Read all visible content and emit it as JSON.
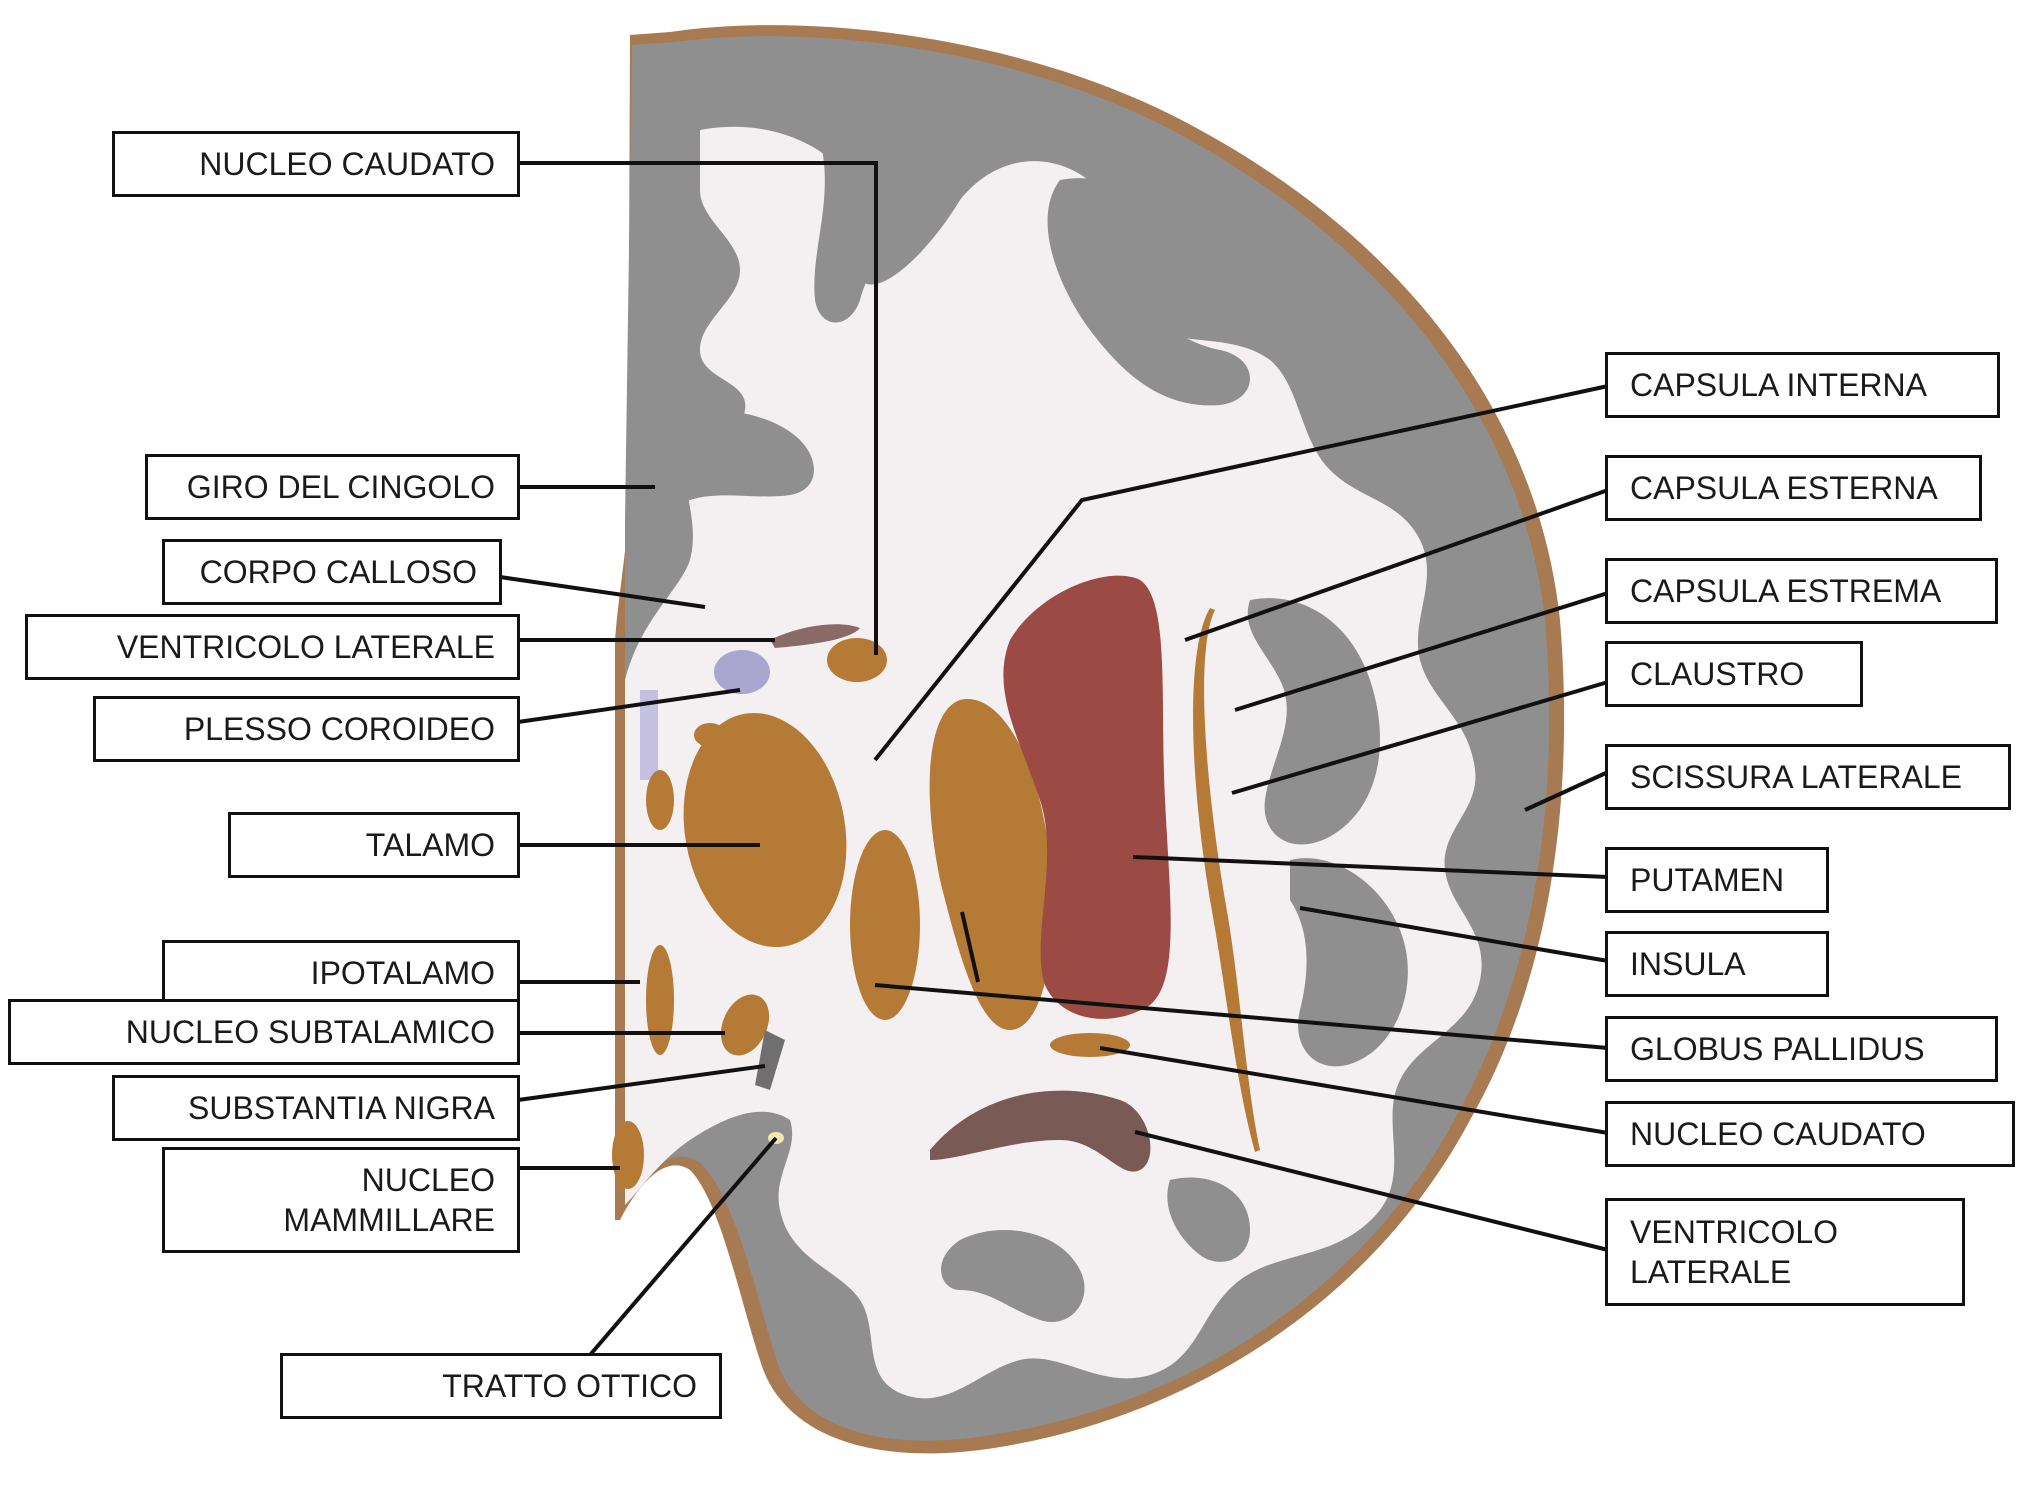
{
  "labels": {
    "nucleo_caudato_top": "NUCLEO CAUDATO",
    "giro_del_cingolo": "GIRO DEL CINGOLO",
    "corpo_calloso": "CORPO CALLOSO",
    "ventricolo_laterale_left": "VENTRICOLO LATERALE",
    "plesso_coroideo": "PLESSO COROIDEO",
    "talamo": "TALAMO",
    "ipotalamo": "IPOTALAMO",
    "nucleo_subtalamico": "NUCLEO SUBTALAMICO",
    "substantia_nigra": "SUBSTANTIA NIGRA",
    "nucleo_mammillare_1": "NUCLEO",
    "nucleo_mammillare_2": "MAMMILLARE",
    "tratto_ottico": "TRATTO OTTICO",
    "capsula_interna": "CAPSULA INTERNA",
    "capsula_esterna": "CAPSULA ESTERNA",
    "capsula_estrema": "CAPSULA ESTREMA",
    "claustro": "CLAUSTRO",
    "scissura_laterale": "SCISSURA LATERALE",
    "putamen": "PUTAMEN",
    "insula": "INSULA",
    "globus_pallidus": "GLOBUS PALLIDUS",
    "nucleo_caudato_bottom": "NUCLEO CAUDATO",
    "ventricolo_laterale_right_1": "VENTRICOLO",
    "ventricolo_laterale_right_2": "LATERALE"
  },
  "colors": {
    "gray_matter": "#8f8f8f",
    "white_matter": "#f4f0f2",
    "nuclei": "#b57a36",
    "putamen": "#9b4a44",
    "plexus": "#a9a6cf",
    "rim": "#a87a52",
    "leader_line": "#111111"
  }
}
